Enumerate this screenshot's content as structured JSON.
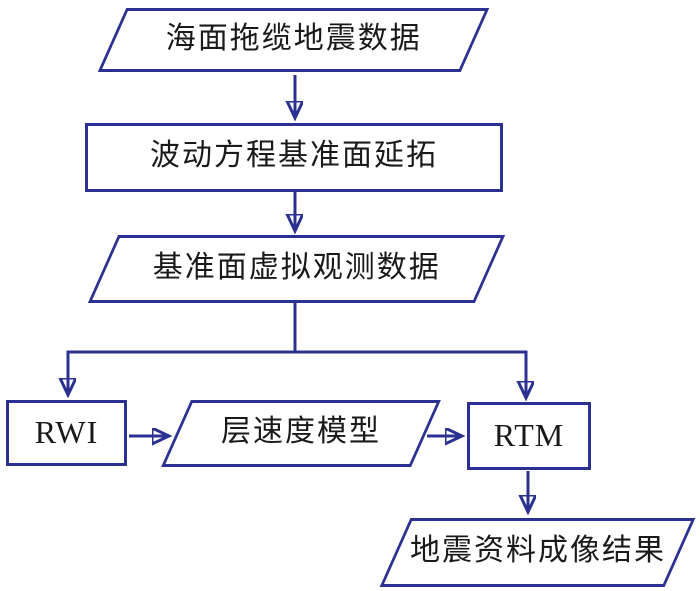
{
  "diagram": {
    "type": "flowchart",
    "accent_color": "#2b3191",
    "text_color": "#1a1a1a",
    "background_color": "#ffffff",
    "nodes": [
      {
        "id": "surface-data",
        "shape": "parallelogram",
        "label": "海面拖缆地震数据"
      },
      {
        "id": "wave-equation-datuming",
        "shape": "rectangle",
        "label": "波动方程基准面延拓"
      },
      {
        "id": "datum-virtual-data",
        "shape": "parallelogram",
        "label": "基准面虚拟观测数据"
      },
      {
        "id": "rwi",
        "shape": "rectangle",
        "label": "RWI"
      },
      {
        "id": "interval-velocity-model",
        "shape": "parallelogram",
        "label": "层速度模型"
      },
      {
        "id": "rtm",
        "shape": "rectangle",
        "label": "RTM"
      },
      {
        "id": "imaging-result",
        "shape": "parallelogram",
        "label": "地震资料成像结果"
      }
    ],
    "edges": [
      {
        "from": "surface-data",
        "to": "wave-equation-datuming"
      },
      {
        "from": "wave-equation-datuming",
        "to": "datum-virtual-data"
      },
      {
        "from": "datum-virtual-data",
        "to": "rwi"
      },
      {
        "from": "datum-virtual-data",
        "to": "rtm"
      },
      {
        "from": "rwi",
        "to": "interval-velocity-model"
      },
      {
        "from": "interval-velocity-model",
        "to": "rtm"
      },
      {
        "from": "rtm",
        "to": "imaging-result"
      }
    ]
  }
}
